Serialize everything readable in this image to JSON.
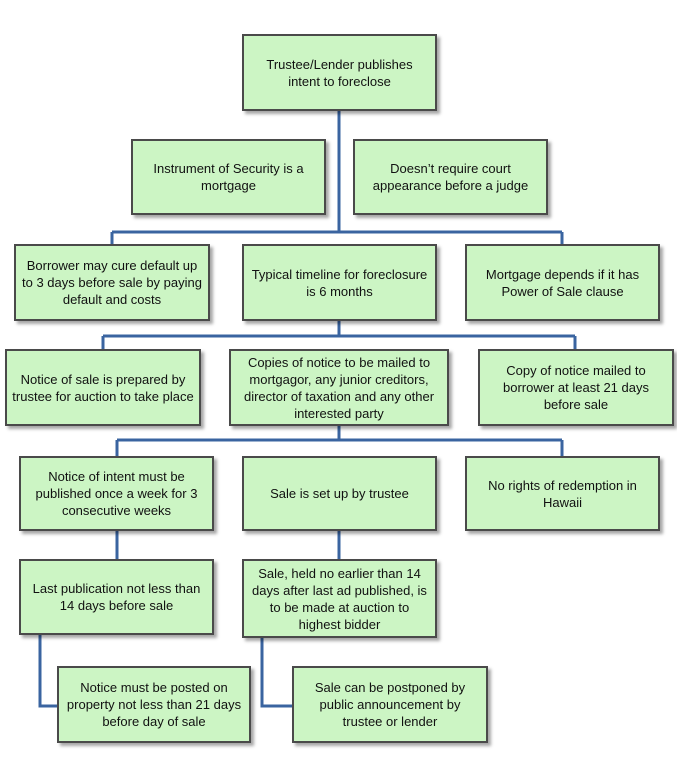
{
  "colors": {
    "node_fill": "#ccf5c4",
    "node_border": "#4a4a4a",
    "connector": "#3a64a0"
  },
  "nodes": {
    "publish_intent": "Trustee/Lender publishes intent to foreclose",
    "instrument_security": "Instrument of Security is a mortgage",
    "no_court": "Doesn’t require court appearance before a judge",
    "borrower_cure": "Borrower may cure default up to 3 days before sale by paying default and costs",
    "typical_timeline": "Typical timeline for foreclosure is 6 months",
    "power_of_sale": "Mortgage depends if it has Power of Sale clause",
    "notice_prepared": "Notice of sale is prepared by trustee for auction to take place",
    "copies_mailed": "Copies of notice to be mailed to mortgagor, any junior creditors, director of taxation and any other interested party",
    "copy_borrower": "Copy of notice mailed to borrower at least 21 days before sale",
    "notice_published": "Notice of intent must be published once a week for 3 consecutive weeks",
    "sale_setup": "Sale is set up by trustee",
    "no_redemption": "No rights of redemption in Hawaii",
    "last_publication": "Last publication not less than 14 days before sale",
    "sale_auction": "Sale, held no earlier than 14 days after last ad published, is to be made at auction to highest bidder",
    "notice_posted": "Notice must be posted on property not less than 21 days before day of sale",
    "sale_postponed": "Sale can be postponed by public announcement by trustee or lender"
  }
}
